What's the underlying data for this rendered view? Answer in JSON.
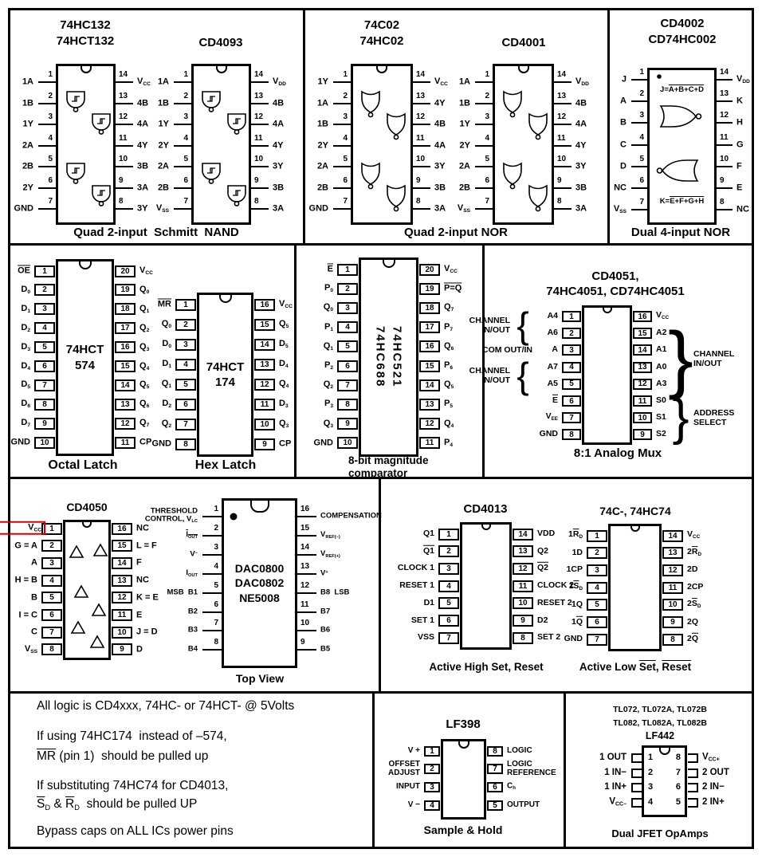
{
  "page": {
    "background": "#ffffff",
    "ink": "#000000",
    "highlight": "#cc0000"
  },
  "panel_captions": [
    {
      "text": "Quad 2-input  Schmitt  NAND"
    },
    {
      "text": "Quad 2-input NOR"
    },
    {
      "text": "Dual 4-input NOR"
    }
  ],
  "chips": [
    {
      "id": "74hc132",
      "title_lines": [
        "74HC132",
        "74HCT132"
      ],
      "left_pins": [
        {
          "num": 1,
          "label": "1A"
        },
        {
          "num": 2,
          "label": "1B"
        },
        {
          "num": 3,
          "label": "1Y"
        },
        {
          "num": 4,
          "label": "2A"
        },
        {
          "num": 5,
          "label": "2B"
        },
        {
          "num": 6,
          "label": "2Y"
        },
        {
          "num": 7,
          "label": "GND"
        }
      ],
      "right_pins": [
        {
          "num": 14,
          "label": "V_CC_"
        },
        {
          "num": 13,
          "label": "4B"
        },
        {
          "num": 12,
          "label": "4A"
        },
        {
          "num": 11,
          "label": "4Y"
        },
        {
          "num": 10,
          "label": "3B"
        },
        {
          "num": 9,
          "label": "3A"
        },
        {
          "num": 8,
          "label": "3Y"
        }
      ]
    },
    {
      "id": "cd4093",
      "title_lines": [
        "CD4093"
      ],
      "left_pins": [
        {
          "num": 1,
          "label": "1A"
        },
        {
          "num": 2,
          "label": "1B"
        },
        {
          "num": 3,
          "label": "1Y"
        },
        {
          "num": 4,
          "label": "2Y"
        },
        {
          "num": 5,
          "label": "2A"
        },
        {
          "num": 6,
          "label": "2B"
        },
        {
          "num": 7,
          "label": "V_SS_"
        }
      ],
      "right_pins": [
        {
          "num": 14,
          "label": "V_DD_"
        },
        {
          "num": 13,
          "label": "4B"
        },
        {
          "num": 12,
          "label": "4A"
        },
        {
          "num": 11,
          "label": "4Y"
        },
        {
          "num": 10,
          "label": "3Y"
        },
        {
          "num": 9,
          "label": "3B"
        },
        {
          "num": 8,
          "label": "3A"
        }
      ]
    },
    {
      "id": "74c02",
      "title_lines": [
        "74C02",
        "74HC02"
      ],
      "left_pins": [
        {
          "num": 1,
          "label": "1Y"
        },
        {
          "num": 2,
          "label": "1A"
        },
        {
          "num": 3,
          "label": "1B"
        },
        {
          "num": 4,
          "label": "2Y"
        },
        {
          "num": 5,
          "label": "2A"
        },
        {
          "num": 6,
          "label": "2B"
        },
        {
          "num": 7,
          "label": "GND"
        }
      ],
      "right_pins": [
        {
          "num": 14,
          "label": "V_CC_"
        },
        {
          "num": 13,
          "label": "4Y"
        },
        {
          "num": 12,
          "label": "4B"
        },
        {
          "num": 11,
          "label": "4A"
        },
        {
          "num": 10,
          "label": "3Y"
        },
        {
          "num": 9,
          "label": "3B"
        },
        {
          "num": 8,
          "label": "3A"
        }
      ]
    },
    {
      "id": "cd4001",
      "title_lines": [
        "CD4001"
      ],
      "left_pins": [
        {
          "num": 1,
          "label": "1A"
        },
        {
          "num": 2,
          "label": "1B"
        },
        {
          "num": 3,
          "label": "1Y"
        },
        {
          "num": 4,
          "label": "2Y"
        },
        {
          "num": 5,
          "label": "2A"
        },
        {
          "num": 6,
          "label": "2B"
        },
        {
          "num": 7,
          "label": "V_SS_"
        }
      ],
      "right_pins": [
        {
          "num": 14,
          "label": "V_DD_"
        },
        {
          "num": 13,
          "label": "4B"
        },
        {
          "num": 12,
          "label": "4A"
        },
        {
          "num": 11,
          "label": "4Y"
        },
        {
          "num": 10,
          "label": "3Y"
        },
        {
          "num": 9,
          "label": "3B"
        },
        {
          "num": 8,
          "label": "3A"
        }
      ]
    },
    {
      "id": "cd4002",
      "title_lines": [
        "CD4002",
        "CD74HC002"
      ],
      "equations": {
        "top": "J=|A+B+C+D|",
        "bottom": "K=|E+F+G+H|"
      },
      "left_pins": [
        {
          "num": 1,
          "label": "J"
        },
        {
          "num": 2,
          "label": "A"
        },
        {
          "num": 3,
          "label": "B"
        },
        {
          "num": 4,
          "label": "C"
        },
        {
          "num": 5,
          "label": "D"
        },
        {
          "num": 6,
          "label": "NC"
        },
        {
          "num": 7,
          "label": "V_SS_"
        }
      ],
      "right_pins": [
        {
          "num": 14,
          "label": "V_DD_"
        },
        {
          "num": 13,
          "label": "K"
        },
        {
          "num": 12,
          "label": "H"
        },
        {
          "num": 11,
          "label": "G"
        },
        {
          "num": 10,
          "label": "F"
        },
        {
          "num": 9,
          "label": "E"
        },
        {
          "num": 8,
          "label": "NC"
        }
      ]
    },
    {
      "id": "74hct574",
      "center_lines": [
        "74HCT",
        "574"
      ],
      "caption": "Octal Latch",
      "left_pins": [
        {
          "num": 1,
          "label": "|OE|"
        },
        {
          "num": 2,
          "label": "D_0_"
        },
        {
          "num": 3,
          "label": "D_1_"
        },
        {
          "num": 4,
          "label": "D_2_"
        },
        {
          "num": 5,
          "label": "D_3_"
        },
        {
          "num": 6,
          "label": "D_4_"
        },
        {
          "num": 7,
          "label": "D_5_"
        },
        {
          "num": 8,
          "label": "D_6_"
        },
        {
          "num": 9,
          "label": "D_7_"
        },
        {
          "num": 10,
          "label": "GND"
        }
      ],
      "right_pins": [
        {
          "num": 20,
          "label": "V_CC_"
        },
        {
          "num": 19,
          "label": "Q_0_"
        },
        {
          "num": 18,
          "label": "Q_1_"
        },
        {
          "num": 17,
          "label": "Q_2_"
        },
        {
          "num": 16,
          "label": "Q_3_"
        },
        {
          "num": 15,
          "label": "Q_4_"
        },
        {
          "num": 14,
          "label": "Q_5_"
        },
        {
          "num": 13,
          "label": "Q_6_"
        },
        {
          "num": 12,
          "label": "Q_7_"
        },
        {
          "num": 11,
          "label": "CP"
        }
      ]
    },
    {
      "id": "74hct174",
      "center_lines": [
        "74HCT",
        "174"
      ],
      "caption": "Hex Latch",
      "left_pins": [
        {
          "num": 1,
          "label": "|MR|"
        },
        {
          "num": 2,
          "label": "Q_0_"
        },
        {
          "num": 3,
          "label": "D_0_"
        },
        {
          "num": 4,
          "label": "D_1_"
        },
        {
          "num": 5,
          "label": "Q_1_"
        },
        {
          "num": 6,
          "label": "D_2_"
        },
        {
          "num": 7,
          "label": "Q_2_"
        },
        {
          "num": 8,
          "label": "GND"
        }
      ],
      "right_pins": [
        {
          "num": 16,
          "label": "V_CC_"
        },
        {
          "num": 15,
          "label": "Q_5_"
        },
        {
          "num": 14,
          "label": "D_5_"
        },
        {
          "num": 13,
          "label": "D_4_"
        },
        {
          "num": 12,
          "label": "Q_4_"
        },
        {
          "num": 11,
          "label": "D_3_"
        },
        {
          "num": 10,
          "label": "Q_3_"
        },
        {
          "num": 9,
          "label": "CP"
        }
      ]
    },
    {
      "id": "74hc688",
      "center_lines": [
        "74HC688",
        "74HC521"
      ],
      "caption": "8-bit magnitude\ncomparator",
      "left_pins": [
        {
          "num": 1,
          "label": "|E|"
        },
        {
          "num": 2,
          "label": "P_0_"
        },
        {
          "num": 3,
          "label": "Q_0_"
        },
        {
          "num": 4,
          "label": "P_1_"
        },
        {
          "num": 5,
          "label": "Q_1_"
        },
        {
          "num": 6,
          "label": "P_2_"
        },
        {
          "num": 7,
          "label": "Q_2_"
        },
        {
          "num": 8,
          "label": "P_3_"
        },
        {
          "num": 9,
          "label": "Q_3_"
        },
        {
          "num": 10,
          "label": "GND"
        }
      ],
      "right_pins": [
        {
          "num": 20,
          "label": "V_CC_"
        },
        {
          "num": 19,
          "label": "|P=Q|"
        },
        {
          "num": 18,
          "label": "Q_7_"
        },
        {
          "num": 17,
          "label": "P_7_"
        },
        {
          "num": 16,
          "label": "Q_6_"
        },
        {
          "num": 15,
          "label": "P_6_"
        },
        {
          "num": 14,
          "label": "Q_5_"
        },
        {
          "num": 13,
          "label": "P_5_"
        },
        {
          "num": 12,
          "label": "Q_4_"
        },
        {
          "num": 11,
          "label": "P_4_"
        }
      ]
    },
    {
      "id": "cd4051",
      "title_lines": [
        "CD4051,",
        "74HC4051, CD74HC4051"
      ],
      "caption": "8:1 Analog Mux",
      "groups": [
        {
          "text": "CHANNEL\nIN/OUT"
        },
        {
          "text": "COM OUT/IN"
        },
        {
          "text": "CHANNEL\nIN/OUT"
        },
        {
          "text": "CHANNEL\nIN/OUT"
        },
        {
          "text": "ADDRESS\nSELECT"
        }
      ],
      "left_pins": [
        {
          "num": 1,
          "label": "A4"
        },
        {
          "num": 2,
          "label": "A6"
        },
        {
          "num": 3,
          "label": "A"
        },
        {
          "num": 4,
          "label": "A7"
        },
        {
          "num": 5,
          "label": "A5"
        },
        {
          "num": 6,
          "label": "|E|"
        },
        {
          "num": 7,
          "label": "V_EE_"
        },
        {
          "num": 8,
          "label": "GND"
        }
      ],
      "right_pins": [
        {
          "num": 16,
          "label": "V_CC_"
        },
        {
          "num": 15,
          "label": "A2"
        },
        {
          "num": 14,
          "label": "A1"
        },
        {
          "num": 13,
          "label": "A0"
        },
        {
          "num": 12,
          "label": "A3"
        },
        {
          "num": 11,
          "label": "S0"
        },
        {
          "num": 10,
          "label": "S1"
        },
        {
          "num": 9,
          "label": "S2"
        }
      ]
    },
    {
      "id": "cd4050",
      "title_lines": [
        "CD4050"
      ],
      "left_pins": [
        {
          "num": 1,
          "label": "V_CC_",
          "highlight": true
        },
        {
          "num": 2,
          "label": "G = A"
        },
        {
          "num": 3,
          "label": "A"
        },
        {
          "num": 4,
          "label": "H = B"
        },
        {
          "num": 5,
          "label": "B"
        },
        {
          "num": 6,
          "label": "I = C"
        },
        {
          "num": 7,
          "label": "C"
        },
        {
          "num": 8,
          "label": "V_SS_"
        }
      ],
      "right_pins": [
        {
          "num": 16,
          "label": "NC"
        },
        {
          "num": 15,
          "label": "L = F"
        },
        {
          "num": 14,
          "label": "F"
        },
        {
          "num": 13,
          "label": "NC"
        },
        {
          "num": 12,
          "label": "K = E"
        },
        {
          "num": 11,
          "label": "E"
        },
        {
          "num": 10,
          "label": "J = D"
        },
        {
          "num": 9,
          "label": "D"
        }
      ]
    },
    {
      "id": "dac0800",
      "center_lines": [
        "DAC0800",
        "DAC0802",
        "NE5008"
      ],
      "caption": "Top View",
      "left_pins": [
        {
          "num": 1,
          "label": "THRESHOLD\nCONTROL, V_LC_"
        },
        {
          "num": 2,
          "label": "|I_OUT_|"
        },
        {
          "num": 3,
          "label": "V^−^"
        },
        {
          "num": 4,
          "label": "I_OUT_"
        },
        {
          "num": 5,
          "label": "MSB  B1"
        },
        {
          "num": 6,
          "label": "B2"
        },
        {
          "num": 7,
          "label": "B3"
        },
        {
          "num": 8,
          "label": "B4"
        }
      ],
      "right_pins": [
        {
          "num": 16,
          "label": "COMPENSATION"
        },
        {
          "num": 15,
          "label": "V_REF(−)_"
        },
        {
          "num": 14,
          "label": "V_REF(+)_"
        },
        {
          "num": 13,
          "label": "V^+^"
        },
        {
          "num": 12,
          "label": "B8  LSB"
        },
        {
          "num": 11,
          "label": "B7"
        },
        {
          "num": 10,
          "label": "B6"
        },
        {
          "num": 9,
          "label": "B5"
        }
      ]
    },
    {
      "id": "cd4013",
      "title_lines": [
        "CD4013"
      ],
      "caption": "Active High Set, Reset",
      "left_pins": [
        {
          "num": 1,
          "label": "Q1"
        },
        {
          "num": 2,
          "label": "|Q1|"
        },
        {
          "num": 3,
          "label": "CLOCK 1"
        },
        {
          "num": 4,
          "label": "RESET 1"
        },
        {
          "num": 5,
          "label": "D1"
        },
        {
          "num": 6,
          "label": "SET 1"
        },
        {
          "num": 7,
          "label": "VSS"
        }
      ],
      "right_pins": [
        {
          "num": 14,
          "label": "VDD"
        },
        {
          "num": 13,
          "label": "Q2"
        },
        {
          "num": 12,
          "label": "|Q2|"
        },
        {
          "num": 11,
          "label": "CLOCK 2"
        },
        {
          "num": 10,
          "label": "RESET 2"
        },
        {
          "num": 9,
          "label": "D2"
        },
        {
          "num": 8,
          "label": "SET 2"
        }
      ]
    },
    {
      "id": "74hc74",
      "title_lines": [
        "74C-, 74HC74"
      ],
      "caption": "Active Low |Set|, |Reset|",
      "left_pins": [
        {
          "num": 1,
          "label": "1|R|_D_"
        },
        {
          "num": 2,
          "label": "1D"
        },
        {
          "num": 3,
          "label": "1CP"
        },
        {
          "num": 4,
          "label": "1|S|_D_"
        },
        {
          "num": 5,
          "label": "1Q"
        },
        {
          "num": 6,
          "label": "1|Q|"
        },
        {
          "num": 7,
          "label": "GND"
        }
      ],
      "right_pins": [
        {
          "num": 14,
          "label": "V_CC_"
        },
        {
          "num": 13,
          "label": "2|R|_D_"
        },
        {
          "num": 12,
          "label": "2D"
        },
        {
          "num": 11,
          "label": "2CP"
        },
        {
          "num": 10,
          "label": "2|S|_D_"
        },
        {
          "num": 9,
          "label": "2Q"
        },
        {
          "num": 8,
          "label": "2|Q|"
        }
      ]
    },
    {
      "id": "lf398",
      "title_lines": [
        "LF398"
      ],
      "caption": "Sample & Hold",
      "left_pins": [
        {
          "num": 1,
          "label": "V +"
        },
        {
          "num": 2,
          "label": "OFFSET\nADJUST"
        },
        {
          "num": 3,
          "label": "INPUT"
        },
        {
          "num": 4,
          "label": "V −"
        }
      ],
      "right_pins": [
        {
          "num": 8,
          "label": "LOGIC"
        },
        {
          "num": 7,
          "label": "LOGIC\nREFERENCE"
        },
        {
          "num": 6,
          "label": "C_h_"
        },
        {
          "num": 5,
          "label": "OUTPUT"
        }
      ]
    },
    {
      "id": "tl072",
      "title_lines": [
        "TL072, TL072A, TL072B",
        "TL082, TL082A, TL082B",
        "LF442"
      ],
      "caption": "Dual JFET OpAmps",
      "left_pins": [
        {
          "num": 1,
          "label": "1 OUT"
        },
        {
          "num": 2,
          "label": "1 IN−"
        },
        {
          "num": 3,
          "label": "1 IN+"
        },
        {
          "num": 4,
          "label": "V_CC−_"
        }
      ],
      "right_pins": [
        {
          "num": 8,
          "label": "V_CC+_"
        },
        {
          "num": 7,
          "label": "2 OUT"
        },
        {
          "num": 6,
          "label": "2 IN−"
        },
        {
          "num": 5,
          "label": "2 IN+"
        }
      ]
    }
  ],
  "notes": {
    "lines": [
      "All logic is CD4xxx, 74HC- or 74HCT- @ 5Volts",
      "If using 74HC174  instead of –574,",
      "|MR| (pin 1)  should be pulled up",
      "If substituting 74HC74 for CD4013,",
      "|S|_D_ & |R|_D_  should be pulled UP",
      "Bypass caps on ALL ICs power pins"
    ]
  }
}
